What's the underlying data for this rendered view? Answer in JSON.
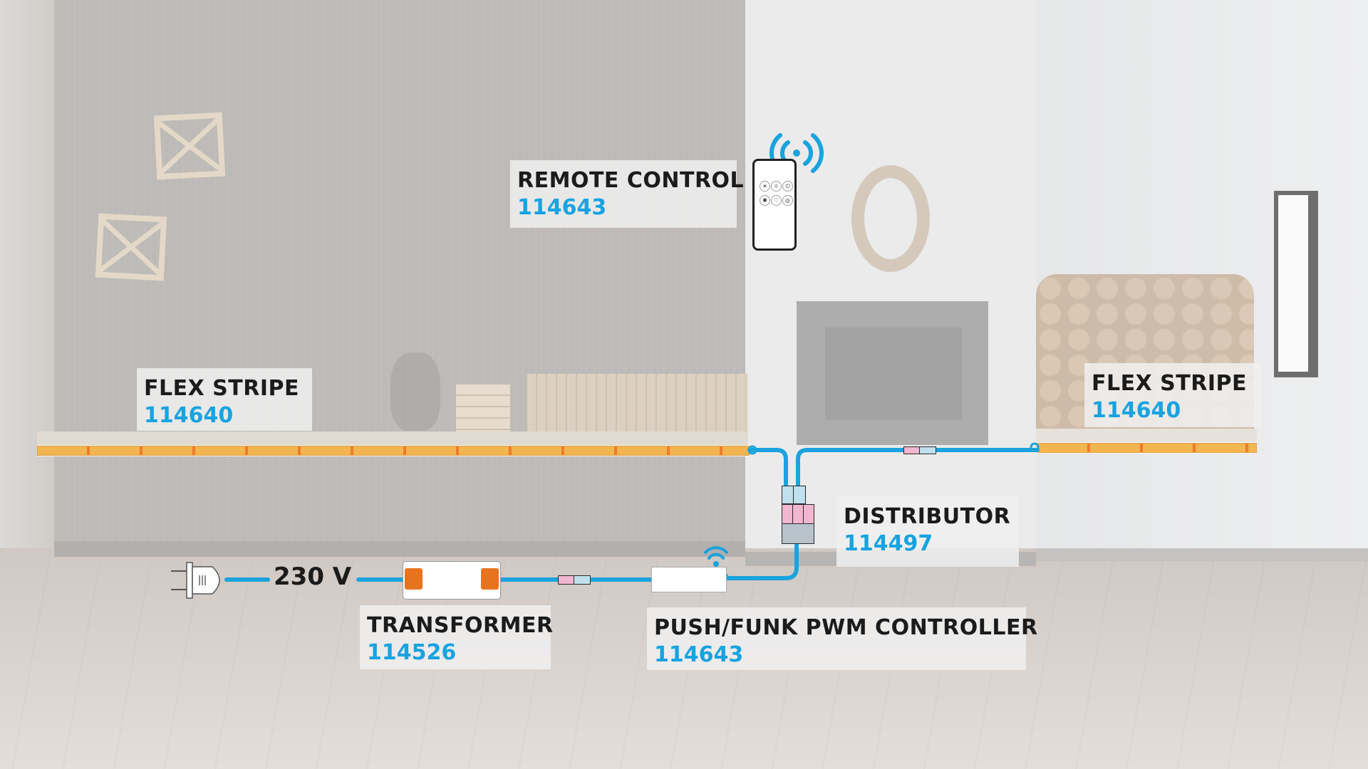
{
  "scene": {
    "description": "LED flex stripe wiring diagram over living room",
    "colors": {
      "cable": "#1aa3dd",
      "label_title": "#1b1b1b",
      "label_code": "#17a3e0",
      "connector_pink": "#f1b6d0",
      "connector_blue": "#bfe0ed",
      "transformer_terminal": "#e8731f"
    }
  },
  "labels": {
    "remote": {
      "title": "REMOTE CONTROL",
      "code": "114643"
    },
    "flex_left": {
      "title": "FLEX STRIPE",
      "code": "114640"
    },
    "flex_right": {
      "title": "FLEX STRIPE",
      "code": "114640"
    },
    "distributor": {
      "title": "DISTRIBUTOR",
      "code": "114497"
    },
    "transformer": {
      "title": "TRANSFORMER",
      "code": "114526"
    },
    "controller": {
      "title": "PUSH/FUNK PWM CONTROLLER",
      "code": "114643"
    }
  },
  "voltage": "230 V",
  "icons": {
    "plug": "power-plug-icon",
    "wifi": "wireless-signal-icon",
    "remote": "remote-control-icon",
    "remote_buttons": [
      "☀",
      "☼",
      "⏻",
      "✱",
      "♡",
      "◎"
    ]
  }
}
